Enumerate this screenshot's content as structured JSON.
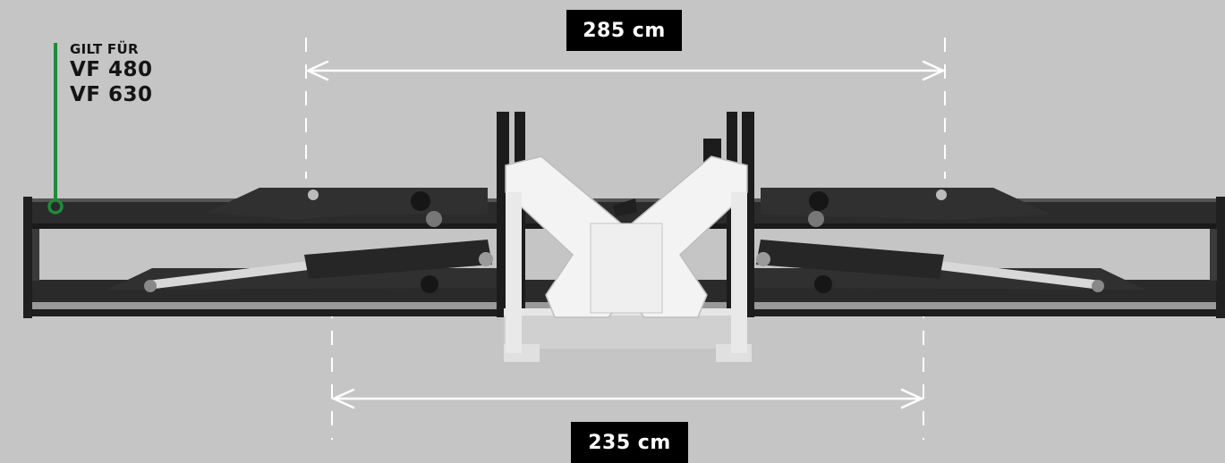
{
  "legend": {
    "heading": "GILT FÜR",
    "models": [
      "VF 480",
      "VF 630"
    ],
    "marker_color": "#1f8a3b"
  },
  "dimensions": {
    "top": "285 cm",
    "bottom": "235 cm"
  },
  "colors": {
    "background": "#c5c5c5",
    "frame_dark": "#2a2a2a",
    "center_frame": "#f2f2f2",
    "label_bg": "#000000"
  }
}
